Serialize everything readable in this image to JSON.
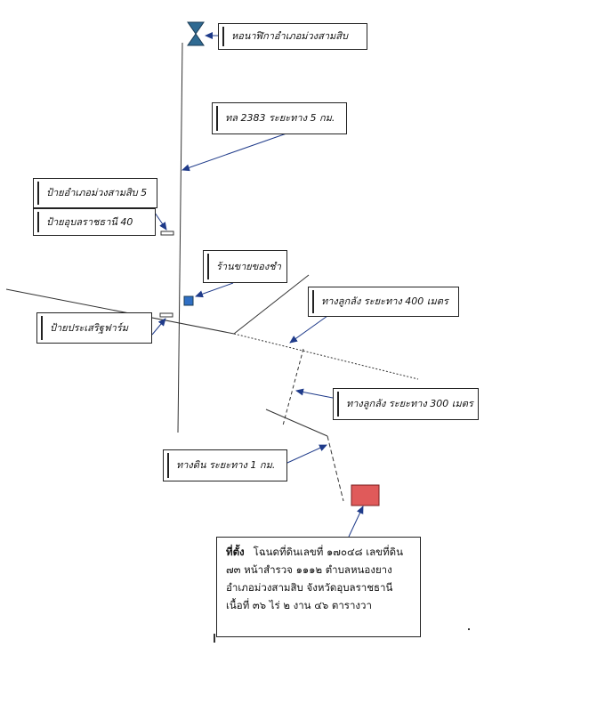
{
  "labels": {
    "tower": "หอนาฬิกาอำเภอม่วงสามสิบ",
    "road_2383": "ทล 2383 ระยะทาง 5 กม.",
    "sign_muang": "ป้ายอำเภอม่วงสามสิบ 5",
    "sign_ubon": "ป้ายอุบลราชธานี 40",
    "shop": "ร้านขายของชำ",
    "sign_farm": "ป้ายประเสริฐฟาร์ม",
    "gravel_400": "ทางลูกลัง ระยะทาง 400 เมตร",
    "gravel_300": "ทางลูกลัง ระยะทาง 300 เมตร",
    "dirt_1km": "ทางดิน ระยะทาง 1 กม."
  },
  "location": {
    "heading": "ที่ตั้ง",
    "line1": "โฉนดที่ดินเลขที่ ๑๗๐๔๘ เลขที่ดิน",
    "line2": "๗๓ หน้าสำรวจ ๑๑๑๒ ตำบลหนองยาง",
    "line3": "อำเภอม่วงสามสิบ จังหวัดอุบลราชธานี",
    "line4": "เนื้อที่ ๓๖ ไร่ ๒ งาน ๔๖ ตารางวา"
  },
  "colors": {
    "tower": "#2f6a92",
    "shop": "#2f6fc4",
    "site": "#e05a5a",
    "line": "#333333",
    "arrow": "#1f3b8a"
  },
  "icons": {
    "tower": "hourglass-tower-icon",
    "shop": "square-marker-icon",
    "site": "land-plot-icon",
    "sign": "signpost-icon"
  }
}
